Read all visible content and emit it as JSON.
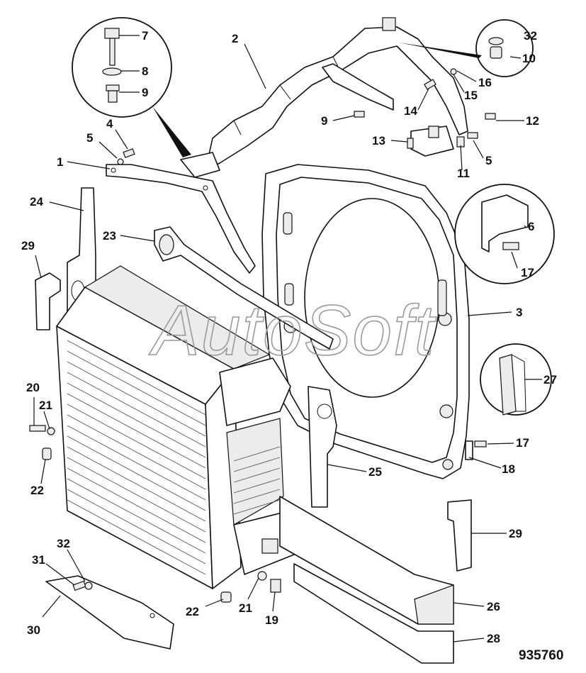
{
  "watermark": "AutoSoft",
  "reference_number": "935760",
  "callouts": [
    "1",
    "2",
    "3",
    "4",
    "5",
    "5",
    "6",
    "7",
    "8",
    "9",
    "9",
    "10",
    "11",
    "12",
    "13",
    "14",
    "15",
    "16",
    "17",
    "17",
    "18",
    "19",
    "20",
    "21",
    "21",
    "22",
    "22",
    "23",
    "24",
    "25",
    "26",
    "27",
    "28",
    "29",
    "29",
    "30",
    "31",
    "32",
    "32"
  ]
}
